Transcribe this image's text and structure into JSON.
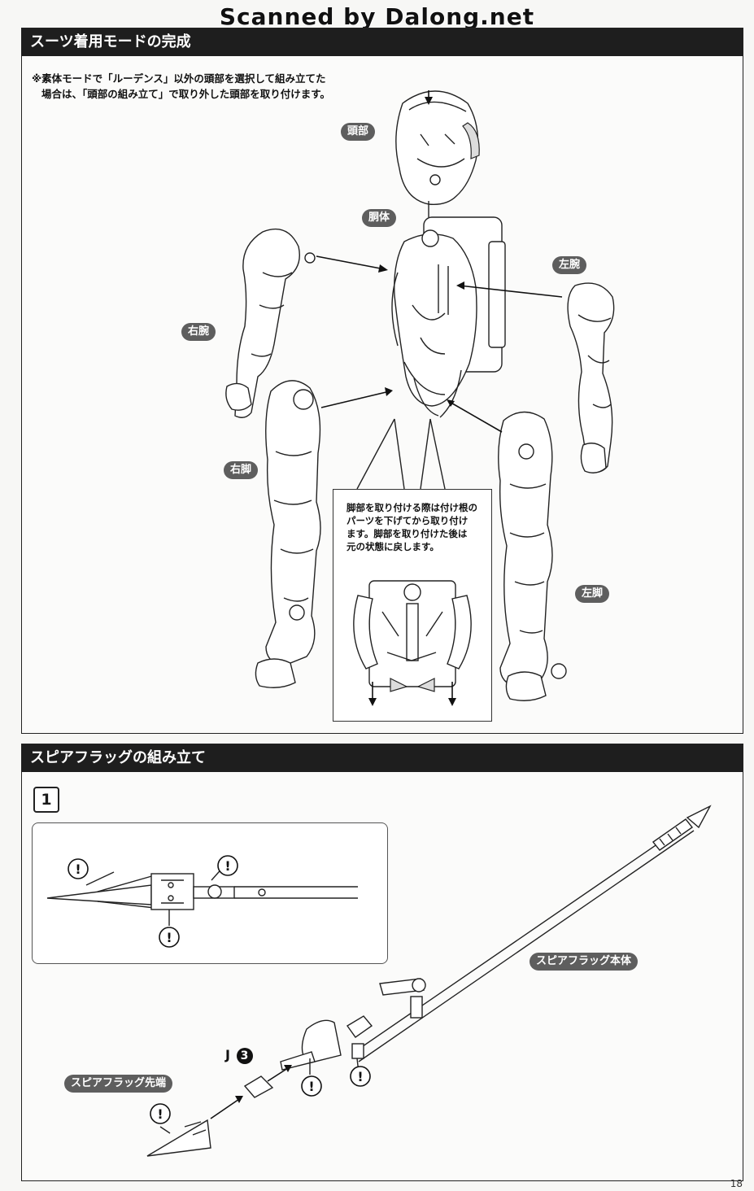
{
  "scan_credit": "Scanned by Dalong.net",
  "section1": {
    "title": "スーツ着用モードの完成",
    "note_line1": "※素体モードで「ルーデンス」以外の頭部を選択して組み立てた",
    "note_line2": "場合は、「頭部の組み立て」で取り外した頭部を取り付けます。",
    "labels": {
      "head": "頭部",
      "torso": "胴体",
      "right_arm": "右腕",
      "left_arm": "左腕",
      "right_leg": "右脚",
      "left_leg": "左脚"
    },
    "callout_line1": "脚部を取り付ける際は付け根の",
    "callout_line2": "パーツを下げてから取り付け",
    "callout_line3": "ます。脚部を取り付けた後は",
    "callout_line4": "元の状態に戻します。"
  },
  "section2": {
    "title": "スピアフラッグの組み立て",
    "step": "1",
    "labels": {
      "body": "スピアフラッグ本体",
      "tip": "スピアフラッグ先端"
    },
    "part_code_letter": "J",
    "part_code_num": "3",
    "warning_mark": "!"
  },
  "page_number": "18"
}
